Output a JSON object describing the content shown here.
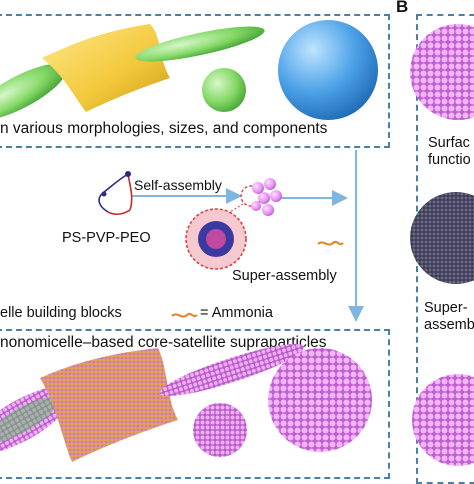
{
  "panel_b": {
    "letter": "B"
  },
  "top_box": {
    "caption": "n various morphologies, sizes, and components"
  },
  "middle": {
    "self_assembly_label": "Self-assembly",
    "polymer_label": "PS-PVP-PEO",
    "super_assembly_label": "Super-assembly",
    "legend_micelle_label": "elle building blocks",
    "legend_ammonia_label": "= Ammonia"
  },
  "bottom_box": {
    "caption": "nonomicelle–based core-satellite supraparticles"
  },
  "right_panel": {
    "text_1_line_1": "Surfac",
    "text_1_line_2": "functio",
    "text_2_line_1": "Super-",
    "text_2_line_2": "assemb"
  },
  "colors": {
    "box_border": "#4a7fa8",
    "arrow": "#7fb6e0",
    "micelle_core": "#3a3aa0",
    "micelle_shell": "#e04040",
    "satellite": "#e68ef2",
    "ammonia": "#e08a30"
  }
}
